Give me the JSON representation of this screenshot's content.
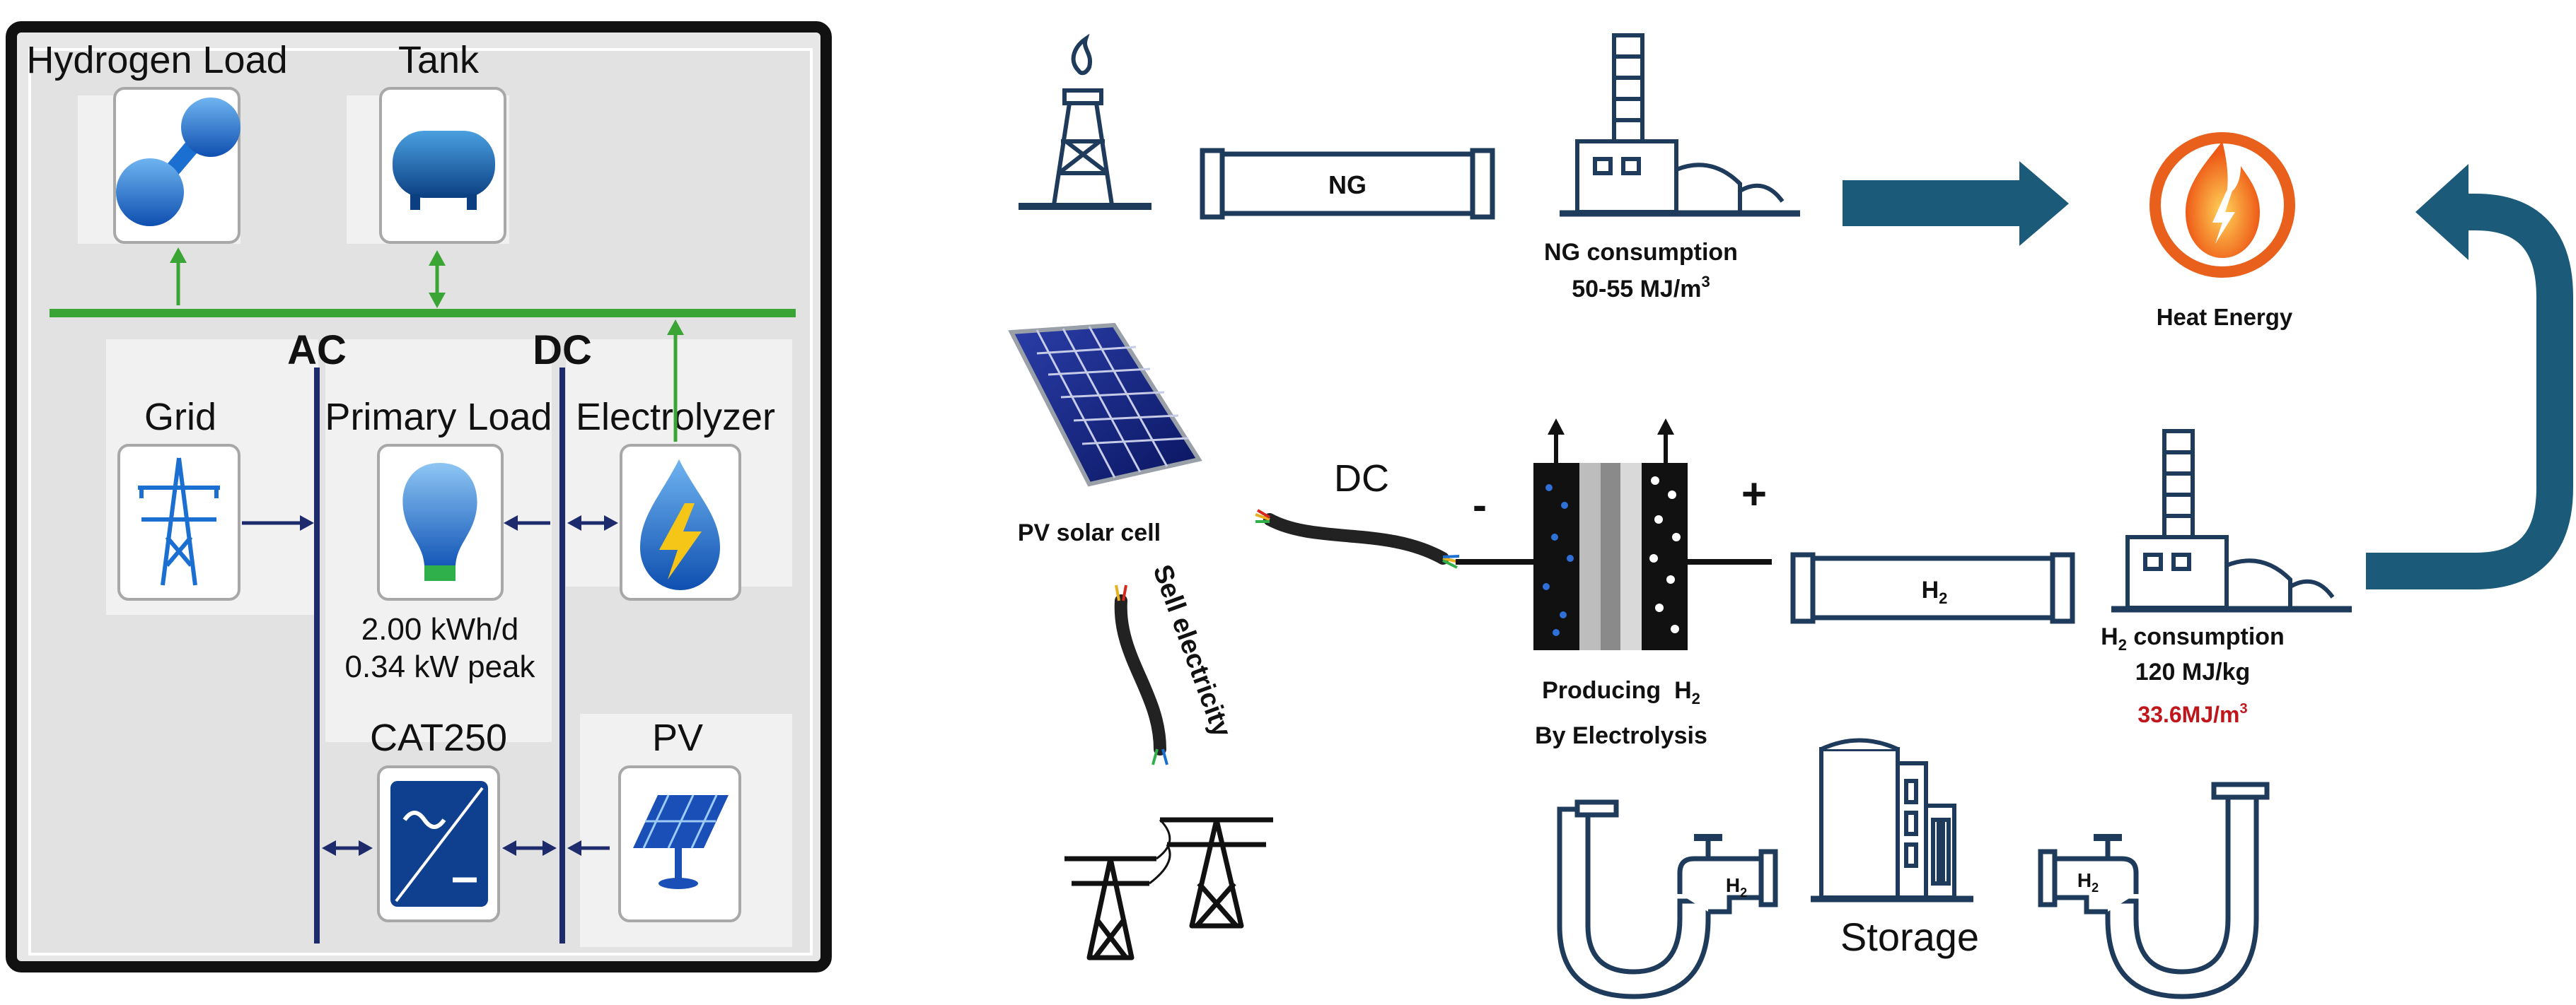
{
  "left_panel": {
    "components": {
      "hydrogen_load": "Hydrogen Load",
      "tank": "Tank",
      "grid": "Grid",
      "primary_load": "Primary Load",
      "electrolyzer": "Electrolyzer",
      "cat250": "CAT250",
      "pv": "PV"
    },
    "bus_labels": {
      "ac": "AC",
      "dc": "DC"
    },
    "primary_load_stats": {
      "daily": "2.00 kWh/d",
      "peak": "0.34 kW peak"
    }
  },
  "right_panel": {
    "ng_pipe_label": "NG",
    "ng_consumption": {
      "title": "NG consumption",
      "value": "50-55 MJ/m",
      "unit_sup": "3"
    },
    "heat_energy": "Heat Energy",
    "pv_solar_cell": "PV solar cell",
    "dc_label": "DC",
    "minus": "-",
    "plus": "+",
    "sell_electricity": "Sell electricity",
    "electrolysis": {
      "line1": "Producing  H",
      "line1_sub": "2",
      "line2": "By Electrolysis"
    },
    "h2_pipe": {
      "label": "H",
      "sub": "2"
    },
    "h2_consumption": {
      "title": "H",
      "title_sub": "2",
      "title_rest": " consumption",
      "value1": "120 MJ/kg",
      "value2": "33.6MJ/m",
      "value2_sup": "3"
    },
    "faucet_left": {
      "label": "H",
      "sub": "2"
    },
    "faucet_right": {
      "label": "H",
      "sub": "2"
    },
    "storage": "Storage"
  },
  "colors": {
    "frame": "#111111",
    "panel_bg": "#e7e7e7",
    "hydrogen_bus": "#3aa535",
    "ac_dc_bus": "#1d2a6b",
    "navy_icon": "#1f3b5c",
    "arrow_teal": "#1b5a78",
    "heat_orange": "#e8601c",
    "accent_red": "#c0161b",
    "icon_blue": "#1b6fd1"
  }
}
